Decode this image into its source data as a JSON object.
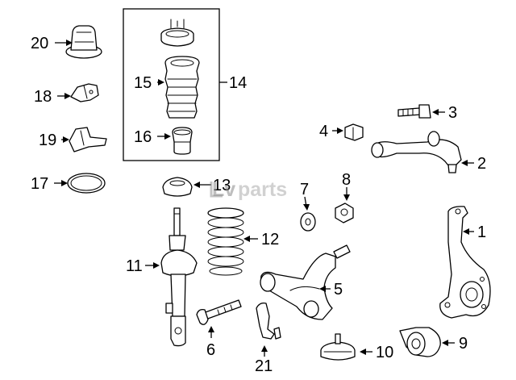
{
  "watermark": {
    "part1": "Lv",
    "part2": "parts"
  },
  "callouts": {
    "c1": "1",
    "c2": "2",
    "c3": "3",
    "c4": "4",
    "c5": "5",
    "c6": "6",
    "c7": "7",
    "c8": "8",
    "c9": "9",
    "c10": "10",
    "c11": "11",
    "c12": "12",
    "c13": "13",
    "c14": "14",
    "c15": "15",
    "c16": "16",
    "c17": "17",
    "c18": "18",
    "c19": "19",
    "c20": "20",
    "c21": "21"
  }
}
